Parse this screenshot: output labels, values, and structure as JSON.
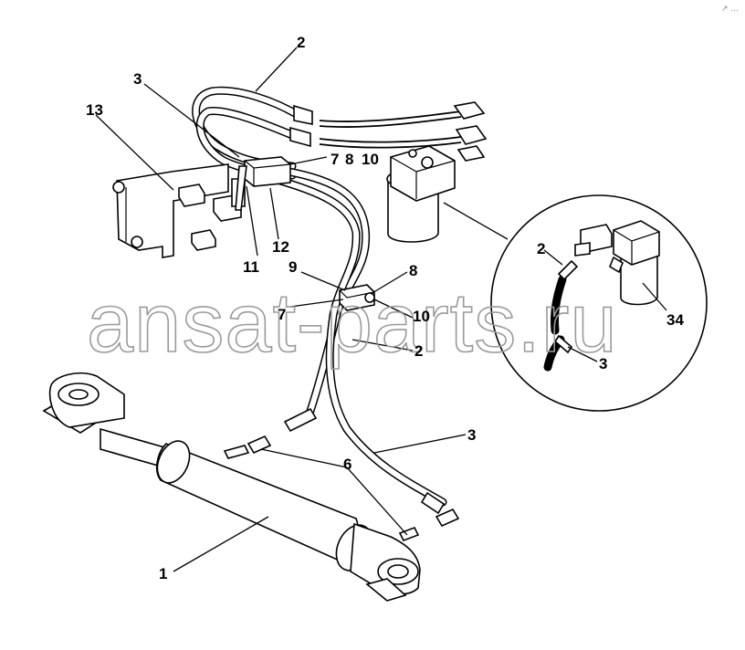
{
  "callouts": {
    "c1": "1",
    "c2_top": "2",
    "c2_mid": "2",
    "c2_inset": "2",
    "c3_top": "3",
    "c3_right": "3",
    "c3_inset": "3",
    "c6": "6",
    "c7_top": "7",
    "c8_top": "8",
    "c10_top": "10",
    "c7_mid": "7",
    "c8_mid": "8",
    "c9": "9",
    "c10_mid": "10",
    "c11": "11",
    "c12": "12",
    "c13": "13",
    "c34": "34"
  },
  "watermark": "ansat-parts.ru",
  "corner_mark": "↗ ...",
  "colors": {
    "line": "#000000",
    "watermark": "#9a9a9a",
    "background": "#ffffff"
  }
}
